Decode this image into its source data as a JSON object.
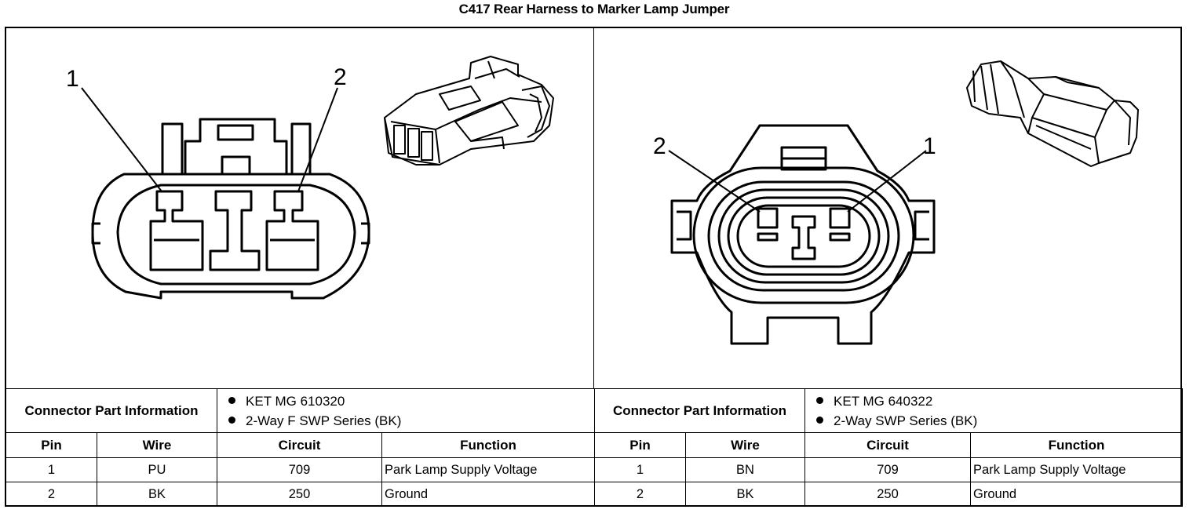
{
  "title": "C417 Rear Harness to Marker Lamp Jumper",
  "left": {
    "pin_callouts": [
      "1",
      "2"
    ],
    "part_info_label": "Connector Part Information",
    "part_info": [
      "KET MG 610320",
      "2-Way F SWP Series (BK)"
    ],
    "headers": {
      "pin": "Pin",
      "wire": "Wire",
      "circuit": "Circuit",
      "function": "Function"
    },
    "rows": [
      {
        "pin": "1",
        "wire": "PU",
        "circuit": "709",
        "function": "Park Lamp Supply Voltage"
      },
      {
        "pin": "2",
        "wire": "BK",
        "circuit": "250",
        "function": "Ground"
      }
    ]
  },
  "right": {
    "pin_callouts": [
      "2",
      "1"
    ],
    "part_info_label": "Connector Part Information",
    "part_info": [
      "KET MG 640322",
      "2-Way SWP Series (BK)"
    ],
    "headers": {
      "pin": "Pin",
      "wire": "Wire",
      "circuit": "Circuit",
      "function": "Function"
    },
    "rows": [
      {
        "pin": "1",
        "wire": "BN",
        "circuit": "709",
        "function": "Park Lamp Supply Voltage"
      },
      {
        "pin": "2",
        "wire": "BK",
        "circuit": "250",
        "function": "Ground"
      }
    ]
  }
}
